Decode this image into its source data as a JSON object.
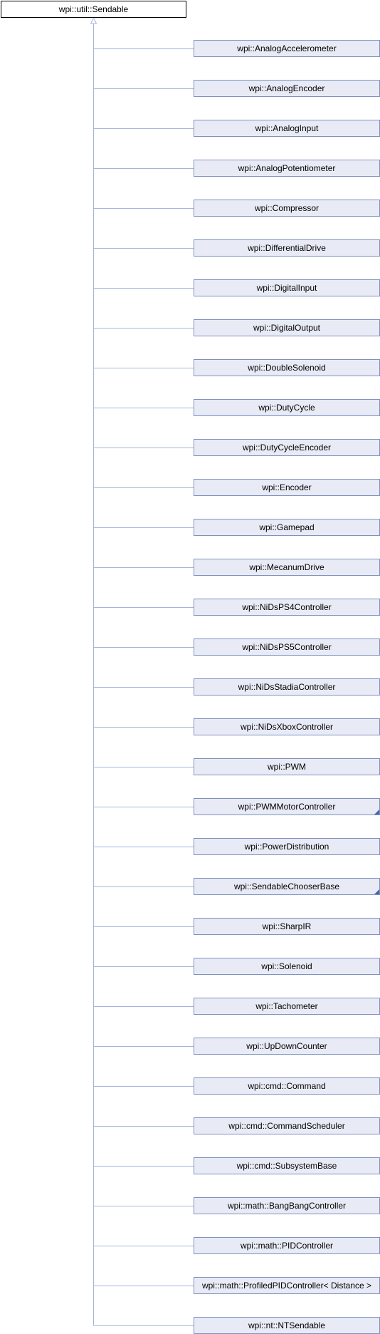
{
  "base": {
    "label": "wpi::util::Sendable"
  },
  "colors": {
    "edge": "#a4b5dc",
    "node_fill": "#e8ebf5",
    "node_border": "#8091bf",
    "corner_marker": "#4a65ad"
  },
  "derived": [
    {
      "label": "wpi::AnalogAccelerometer",
      "has_more": false
    },
    {
      "label": "wpi::AnalogEncoder",
      "has_more": false
    },
    {
      "label": "wpi::AnalogInput",
      "has_more": false
    },
    {
      "label": "wpi::AnalogPotentiometer",
      "has_more": false
    },
    {
      "label": "wpi::Compressor",
      "has_more": false
    },
    {
      "label": "wpi::DifferentialDrive",
      "has_more": false
    },
    {
      "label": "wpi::DigitalInput",
      "has_more": false
    },
    {
      "label": "wpi::DigitalOutput",
      "has_more": false
    },
    {
      "label": "wpi::DoubleSolenoid",
      "has_more": false
    },
    {
      "label": "wpi::DutyCycle",
      "has_more": false
    },
    {
      "label": "wpi::DutyCycleEncoder",
      "has_more": false
    },
    {
      "label": "wpi::Encoder",
      "has_more": false
    },
    {
      "label": "wpi::Gamepad",
      "has_more": false
    },
    {
      "label": "wpi::MecanumDrive",
      "has_more": false
    },
    {
      "label": "wpi::NiDsPS4Controller",
      "has_more": false
    },
    {
      "label": "wpi::NiDsPS5Controller",
      "has_more": false
    },
    {
      "label": "wpi::NiDsStadiaController",
      "has_more": false
    },
    {
      "label": "wpi::NiDsXboxController",
      "has_more": false
    },
    {
      "label": "wpi::PWM",
      "has_more": false
    },
    {
      "label": "wpi::PWMMotorController",
      "has_more": true
    },
    {
      "label": "wpi::PowerDistribution",
      "has_more": false
    },
    {
      "label": "wpi::SendableChooserBase",
      "has_more": true
    },
    {
      "label": "wpi::SharpIR",
      "has_more": false
    },
    {
      "label": "wpi::Solenoid",
      "has_more": false
    },
    {
      "label": "wpi::Tachometer",
      "has_more": false
    },
    {
      "label": "wpi::UpDownCounter",
      "has_more": false
    },
    {
      "label": "wpi::cmd::Command",
      "has_more": false
    },
    {
      "label": "wpi::cmd::CommandScheduler",
      "has_more": false
    },
    {
      "label": "wpi::cmd::SubsystemBase",
      "has_more": false
    },
    {
      "label": "wpi::math::BangBangController",
      "has_more": false
    },
    {
      "label": "wpi::math::PIDController",
      "has_more": false
    },
    {
      "label": "wpi::math::ProfiledPIDController< Distance >",
      "has_more": false
    },
    {
      "label": "wpi::nt::NTSendable",
      "has_more": false
    }
  ]
}
